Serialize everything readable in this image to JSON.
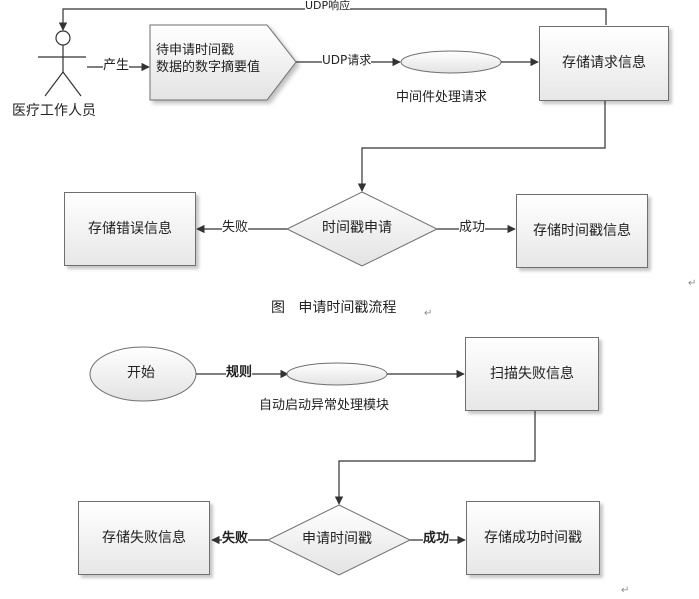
{
  "diagram1": {
    "actor_label": "医疗工作人员",
    "produce_label": "产生",
    "digest_box": "待申请时间戳\n数据的数字摘要值",
    "udp_request_label": "UDP请求",
    "middleware_label": "中间件处理请求",
    "store_request_box": "存储请求信息",
    "udp_response_label": "UDP响应",
    "decision": "时间戳申请",
    "fail_label": "失败",
    "success_label": "成功",
    "store_error_box": "存储错误信息",
    "store_timestamp_box": "存储时间戳信息",
    "caption": "图   申请时间戳流程"
  },
  "diagram2": {
    "start": "开始",
    "rule_label": "规则",
    "auto_module_label": "自动启动异常处理模块",
    "scan_box": "扫描失败信息",
    "decision": "申请时间戳",
    "fail_label": "失败",
    "success_label": "成功",
    "store_fail_box": "存储失败信息",
    "store_success_box": "存储成功时间戳"
  },
  "paragraph_mark": "↵"
}
